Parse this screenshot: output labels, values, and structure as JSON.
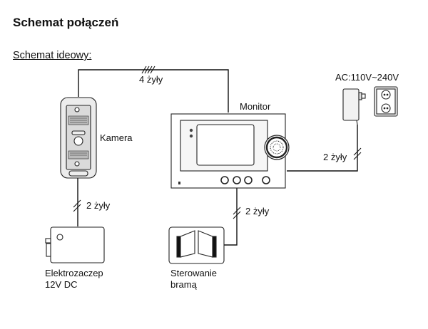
{
  "header": {
    "title": "Schemat połączeń",
    "subtitle": "Schemat ideowy:"
  },
  "components": {
    "camera": {
      "label": "Kamera"
    },
    "monitor": {
      "label": "Monitor"
    },
    "power": {
      "label": "AC:110V~240V"
    },
    "lock": {
      "label_line1": "Elektrozaczep",
      "label_line2": "12V DC"
    },
    "gate": {
      "label_line1": "Sterowanie",
      "label_line2": "bramą"
    }
  },
  "wires": {
    "camera_monitor": {
      "label": "4 żyły",
      "conductors": 4
    },
    "camera_lock": {
      "label": "2 żyły",
      "conductors": 2
    },
    "monitor_gate": {
      "label": "2 żyły",
      "conductors": 2
    },
    "monitor_power": {
      "label": "2 żyły",
      "conductors": 2
    }
  }
}
